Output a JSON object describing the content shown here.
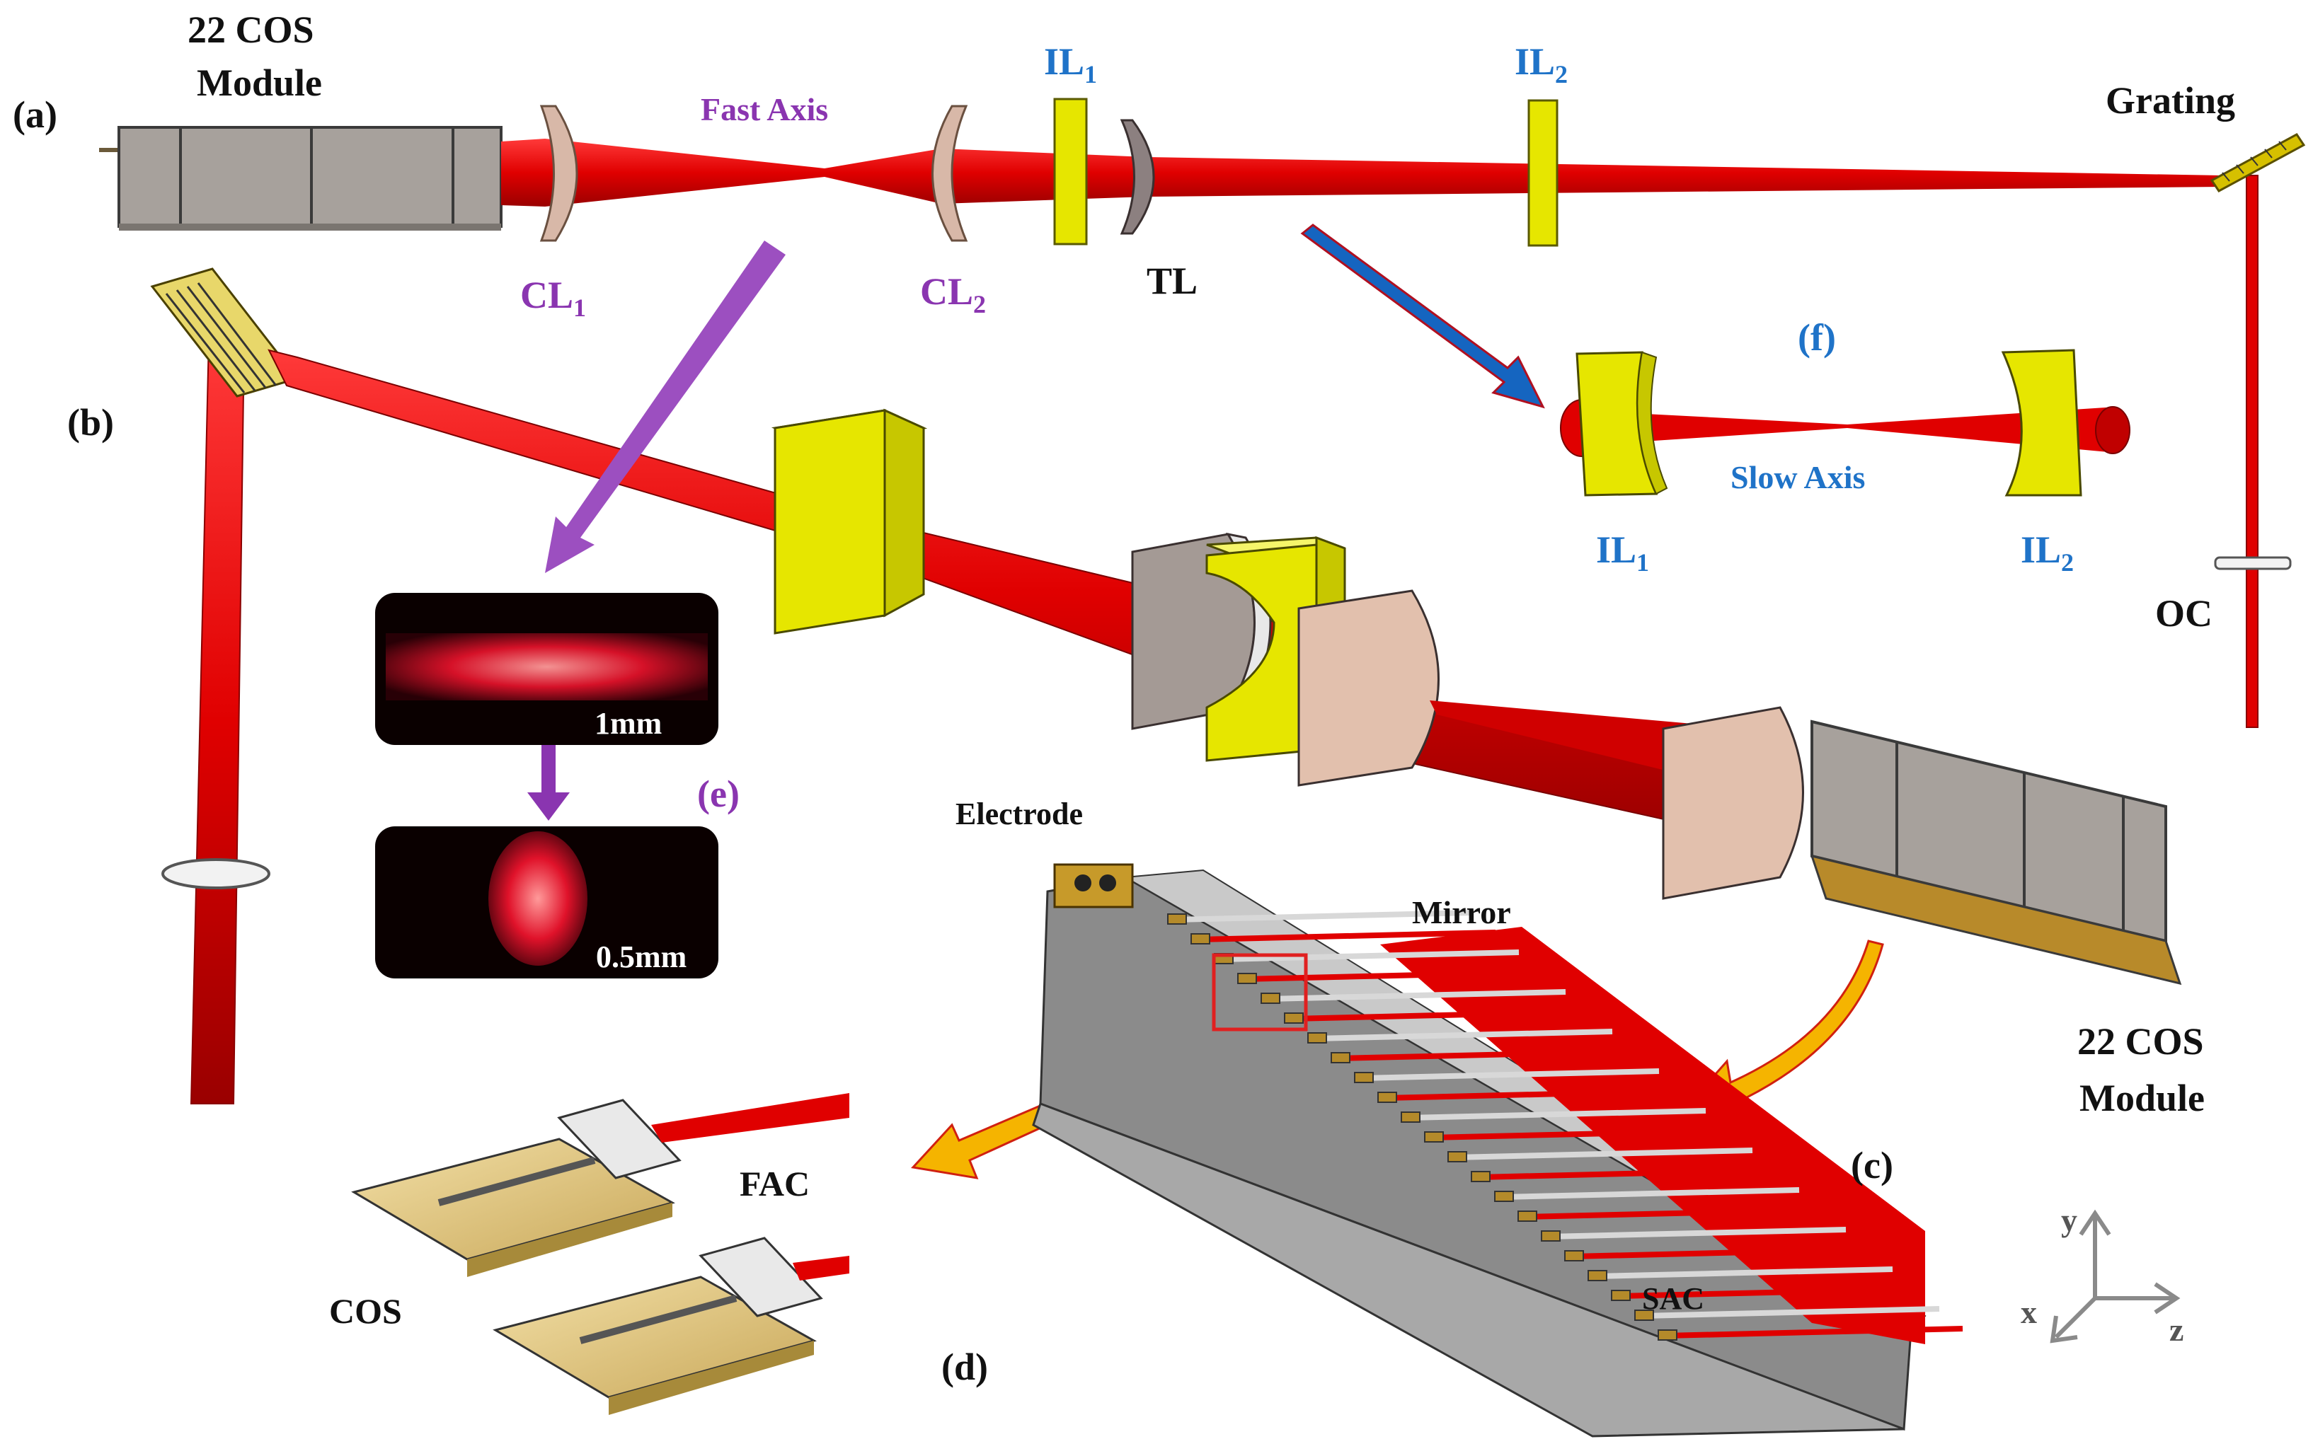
{
  "colors": {
    "beam": "#e00000",
    "label_black": "#111111",
    "label_purple": "#8a35b0",
    "label_blue": "#1f73c8",
    "lens_pink": "#d8b8a8",
    "lens_grey": "#8c8080",
    "interleaver_yellow": "#e6e600",
    "module_grey": "#a7a19c",
    "mount_grey": "#7d7d7d",
    "arrow_purple": "#9c4fc0",
    "arrow_blue": "#1565c0",
    "arrow_orange": "#f5b400"
  },
  "panels": {
    "a": "(a)",
    "b": "(b)",
    "c": "(c)",
    "d": "(d)",
    "e": "(e)",
    "f": "(f)"
  },
  "labels": {
    "module_top_line1": "22 COS",
    "module_top_line2": "Module",
    "fast_axis": "Fast Axis",
    "cl1": "CL",
    "cl1_sub": "1",
    "cl2": "CL",
    "cl2_sub": "2",
    "il1_top": "IL",
    "il1_top_sub": "1",
    "il2_top": "IL",
    "il2_top_sub": "2",
    "tl": "TL",
    "grating": "Grating",
    "oc": "OC",
    "slow_axis": "Slow Axis",
    "il1_f": "IL",
    "il1_f_sub": "1",
    "il2_f": "IL",
    "il2_f_sub": "2",
    "scale_1mm": "1mm",
    "scale_05mm": "0.5mm",
    "electrode": "Electrode",
    "mirror": "Mirror",
    "module_bottom_line1": "22 COS",
    "module_bottom_line2": "Module",
    "fac": "FAC",
    "cos": "COS",
    "sac": "SAC",
    "axis_x": "x",
    "axis_y": "y",
    "axis_z": "z"
  }
}
